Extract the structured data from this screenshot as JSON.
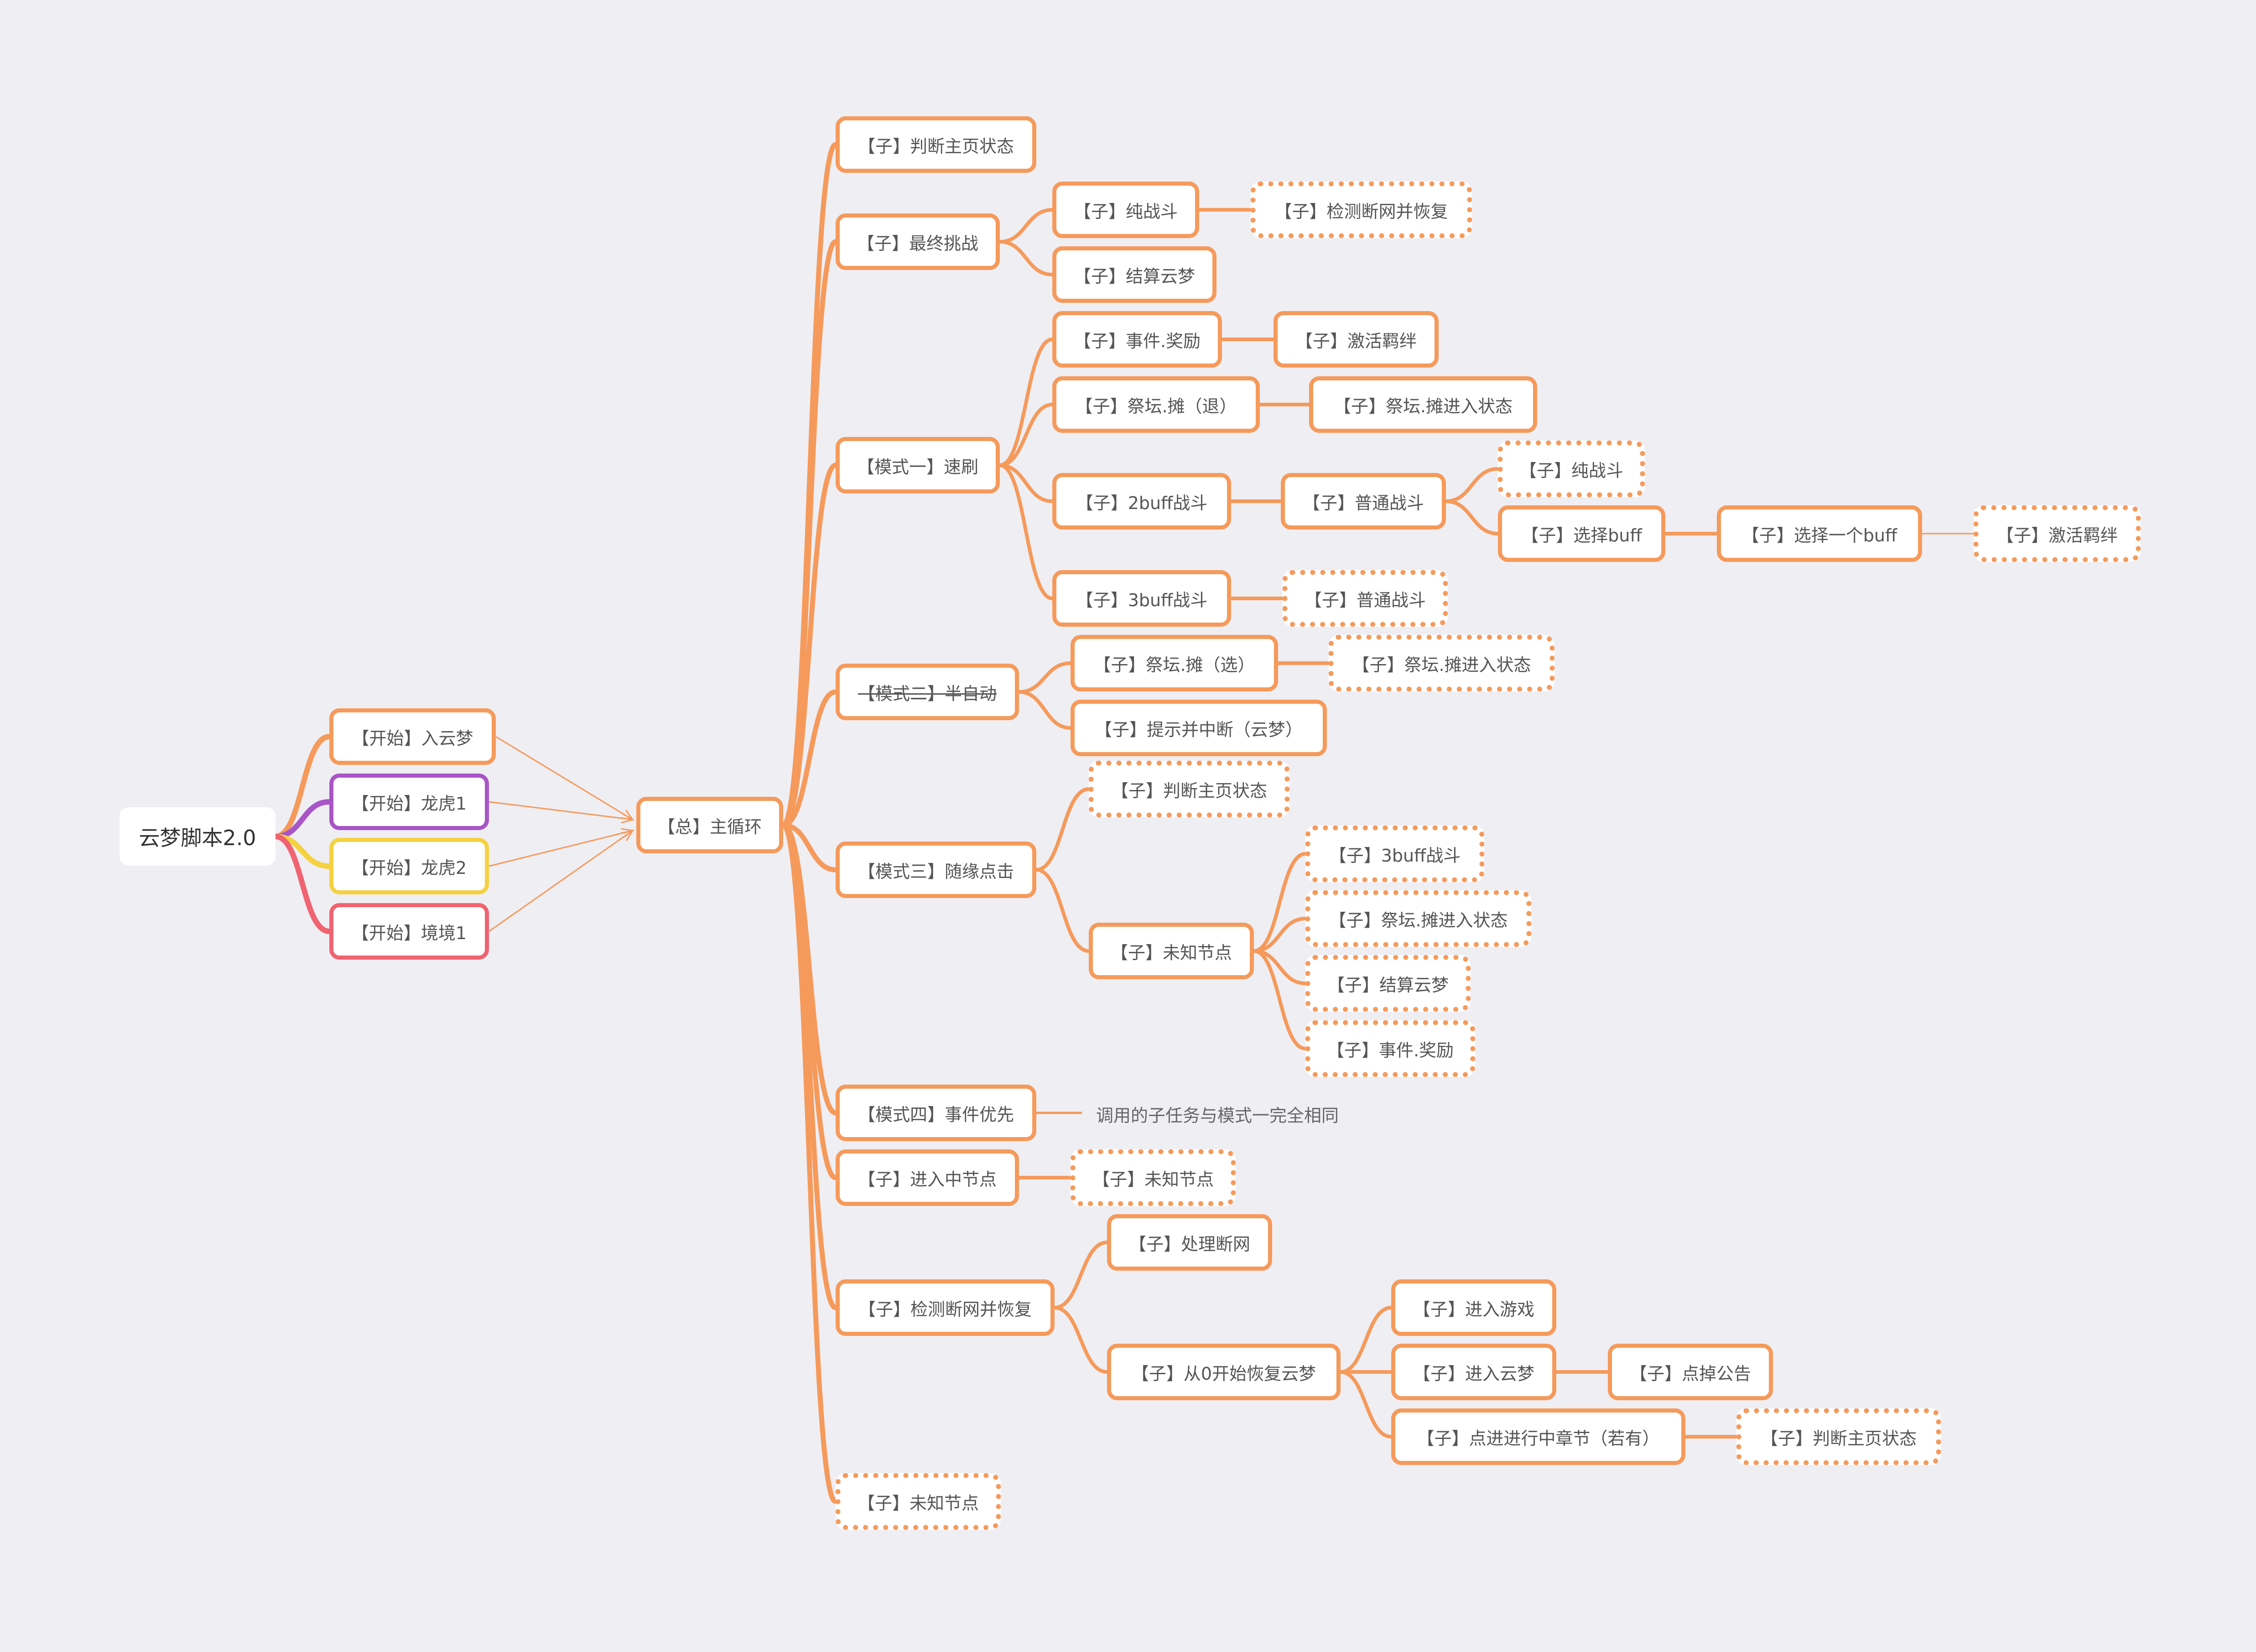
{
  "root": {
    "label": "云梦脚本2.0"
  },
  "starts": [
    "【开始】入云梦",
    "【开始】龙虎1",
    "【开始】龙虎2",
    "【开始】境境1"
  ],
  "colors": {
    "orange": "#f59a5b",
    "purple": "#a855c7",
    "yellow": "#f5d142",
    "red": "#f06370"
  },
  "main": {
    "label": "【总】主循环"
  },
  "branches": {
    "b1": {
      "label": "【子】判断主页状态"
    },
    "b2": {
      "label": "【子】最终挑战",
      "c1": "【子】纯战斗",
      "c1a": "【子】检测断网并恢复",
      "c2": "【子】结算云梦"
    },
    "b3": {
      "label": "【模式一】速刷",
      "c1": "【子】事件.奖励",
      "c1a": "【子】激活羁绊",
      "c2": "【子】祭坛.摊（退）",
      "c2a": "【子】祭坛.摊进入状态",
      "c3": "【子】2buff战斗",
      "c3a": "【子】普通战斗",
      "c3a1": "【子】纯战斗",
      "c3a2": "【子】选择buff",
      "c3a2a": "【子】选择一个buff",
      "c3a2a1": "【子】激活羁绊",
      "c4": "【子】3buff战斗",
      "c4a": "【子】普通战斗"
    },
    "b4": {
      "label": "【模式二】半自动",
      "c1": "【子】祭坛.摊（选）",
      "c1a": "【子】祭坛.摊进入状态",
      "c2": "【子】提示并中断（云梦）"
    },
    "b5": {
      "label": "【模式三】随缘点击",
      "c1": "【子】判断主页状态",
      "c2": "【子】未知节点",
      "c2a": "【子】3buff战斗",
      "c2b": "【子】祭坛.摊进入状态",
      "c2c": "【子】结算云梦",
      "c2d": "【子】事件.奖励"
    },
    "b6": {
      "label": "【模式四】事件优先",
      "note": "调用的子任务与模式一完全相同"
    },
    "b7": {
      "label": "【子】进入中节点",
      "c1": "【子】未知节点"
    },
    "b8": {
      "label": "【子】检测断网并恢复",
      "c1": "【子】处理断网",
      "c2": "【子】从0开始恢复云梦",
      "c2a": "【子】进入游戏",
      "c2b": "【子】进入云梦",
      "c2b1": "【子】点掉公告",
      "c2c": "【子】点进进行中章节（若有）",
      "c2c1": "【子】判断主页状态"
    },
    "b9": {
      "label": "【子】未知节点"
    }
  }
}
